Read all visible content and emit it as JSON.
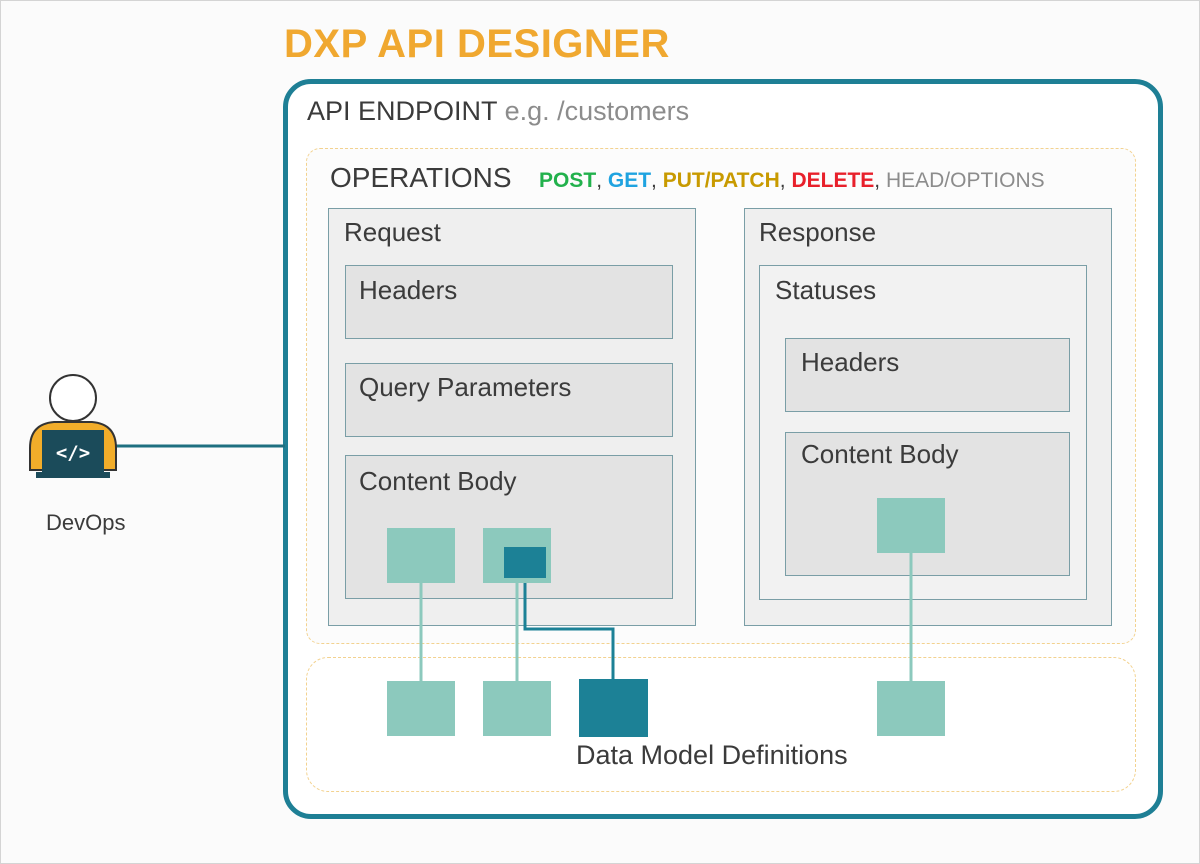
{
  "title": "DXP API DESIGNER",
  "endpoint": {
    "label": "API ENDPOINT",
    "example": "e.g. /customers"
  },
  "operations": {
    "label": "OPERATIONS",
    "methods": {
      "post": "POST",
      "get": "GET",
      "put_patch": "PUT/PATCH",
      "delete": "DELETE",
      "head_options": "HEAD/OPTIONS",
      "separator": ", "
    }
  },
  "request": {
    "label": "Request",
    "headers": "Headers",
    "query": "Query Parameters",
    "content_body": "Content Body"
  },
  "response": {
    "label": "Response",
    "statuses": "Statuses",
    "headers": "Headers",
    "content_body": "Content Body"
  },
  "data_model": {
    "label": "Data Model Definitions"
  },
  "actor": {
    "label": "DevOps",
    "icon": "developer-laptop-icon"
  },
  "colors": {
    "title": "#f0a830",
    "endpoint_border": "#1e7f95",
    "model_light": "#8cc9bd",
    "model_dark": "#1c8196",
    "post": "#22b14c",
    "get": "#1fa3e0",
    "put_patch": "#c89a00",
    "delete": "#e8202b",
    "head_options": "#8c8c8c"
  }
}
